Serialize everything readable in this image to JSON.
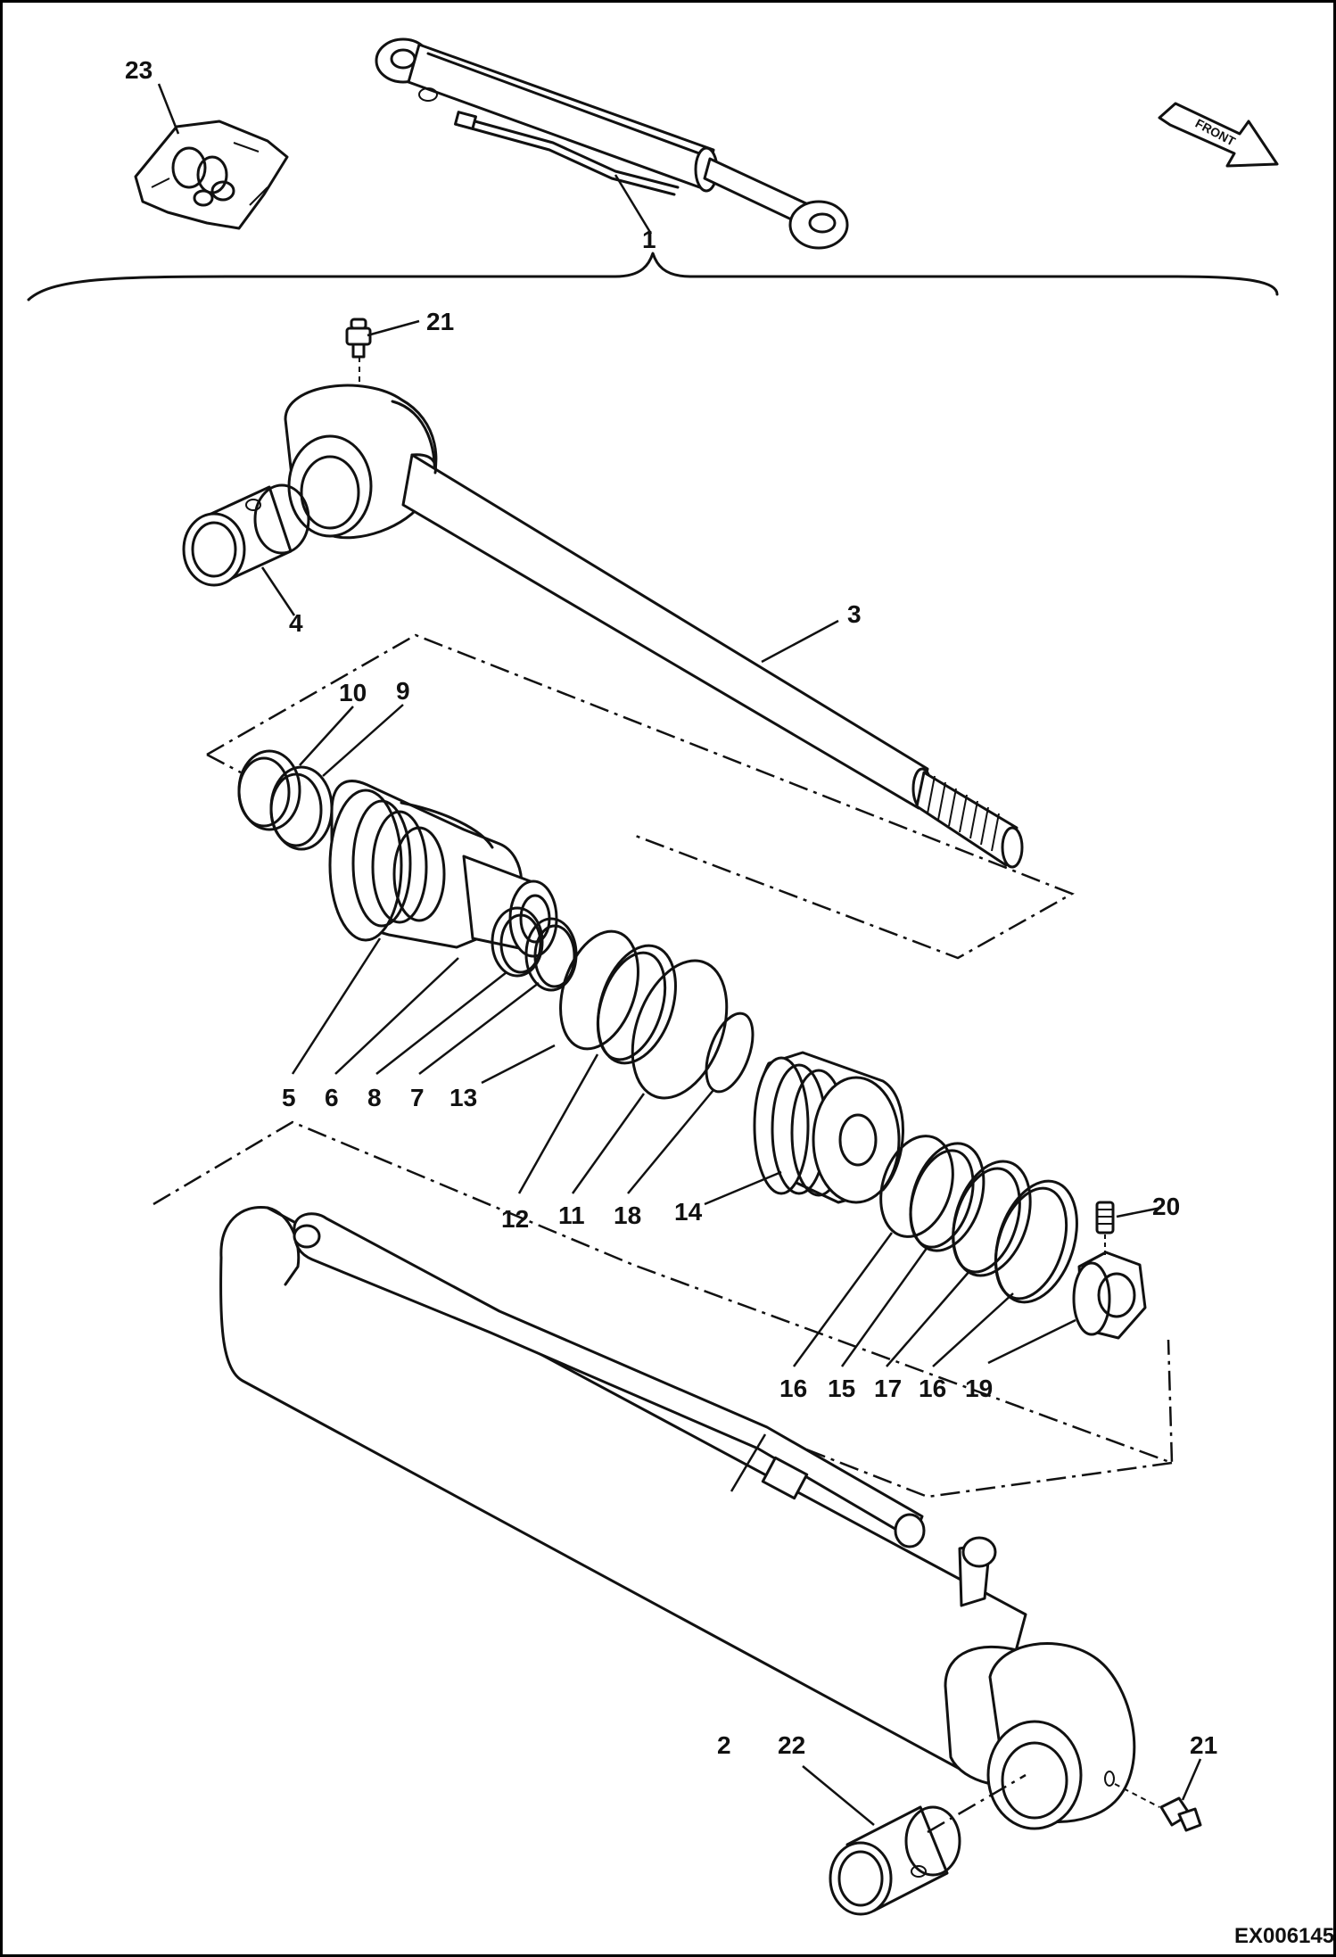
{
  "diagram": {
    "document_id": "EX006145",
    "front_arrow_label": "FRONT",
    "callouts": {
      "c1": "1",
      "c2": "2",
      "c3": "3",
      "c4": "4",
      "c5": "5",
      "c6": "6",
      "c7": "7",
      "c8": "8",
      "c9": "9",
      "c10": "10",
      "c11": "11",
      "c12": "12",
      "c13": "13",
      "c14": "14",
      "c15": "15",
      "c16a": "16",
      "c16b": "16",
      "c17": "17",
      "c18": "18",
      "c19": "19",
      "c20": "20",
      "c21a": "21",
      "c21b": "21",
      "c22": "22",
      "c23": "23"
    }
  }
}
